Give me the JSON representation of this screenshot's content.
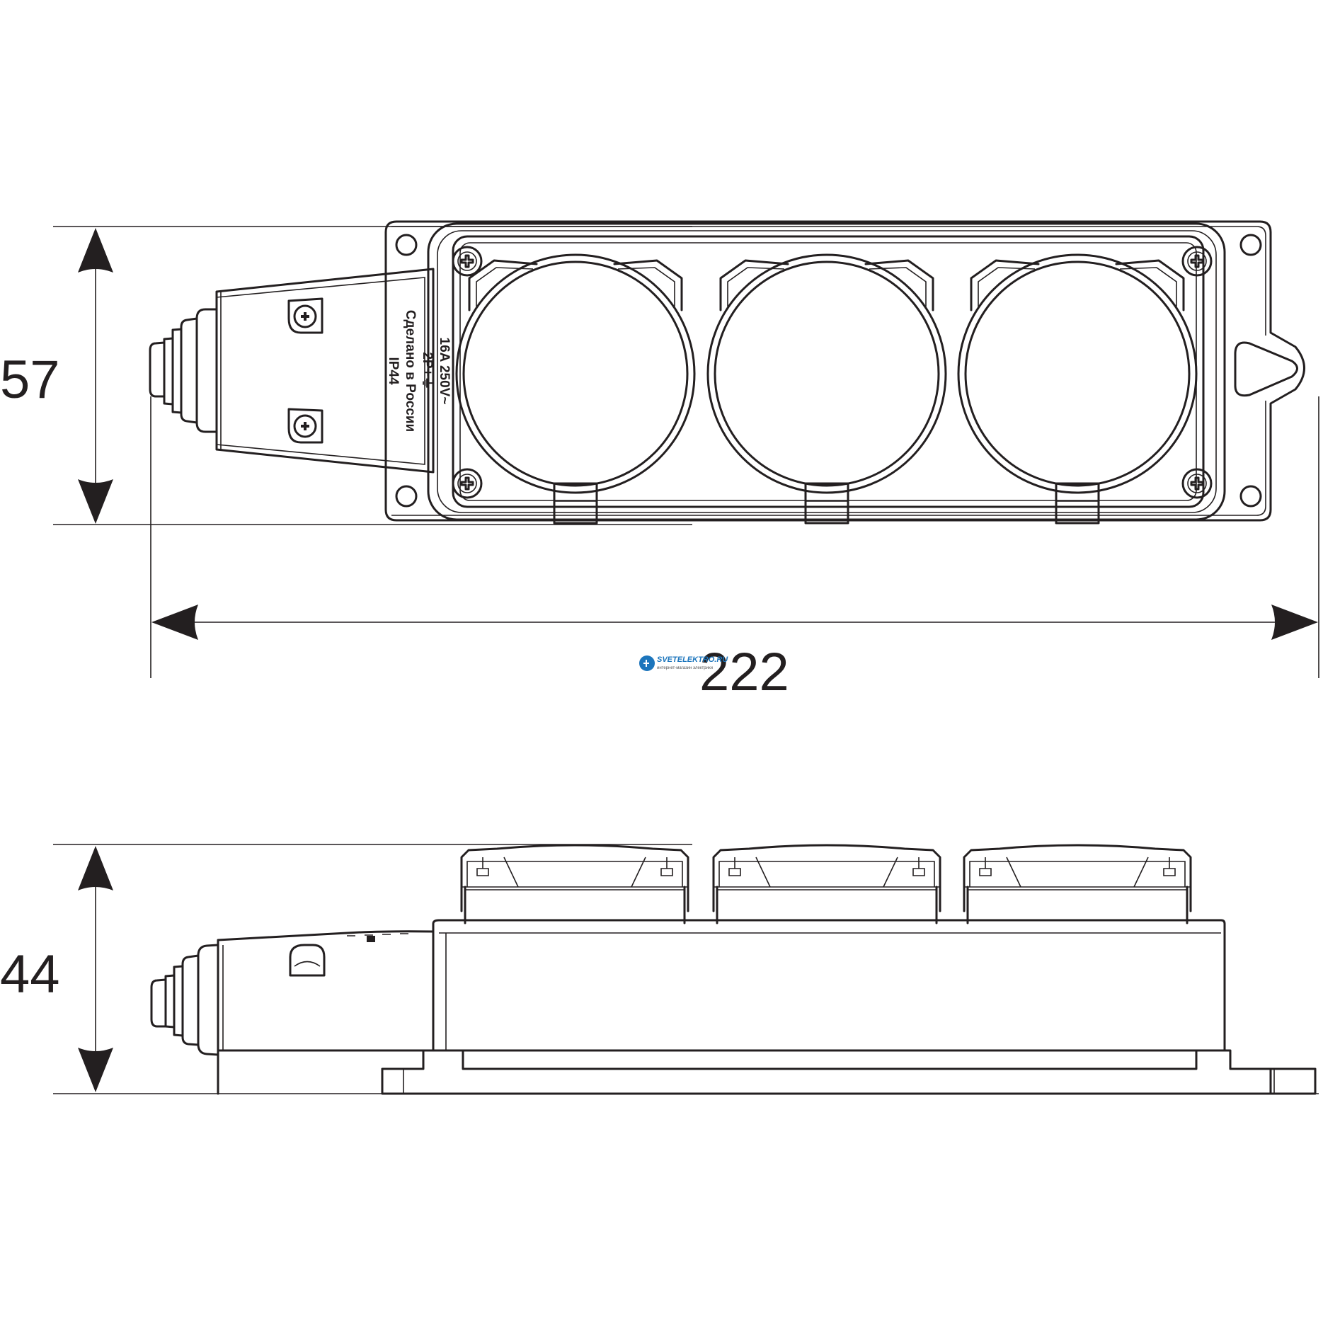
{
  "dimensions": {
    "top_height": "57",
    "side_height": "44",
    "length": "222"
  },
  "label": {
    "line1": "16A 250V~",
    "line2": "2P+⏚",
    "line3": "Сделано в России",
    "line4": "IP44"
  },
  "watermark": {
    "name": "SVETELEKTRO.RU",
    "subtitle": "интернет-магазин электрики"
  },
  "colors": {
    "line": "#231f20",
    "logo": "#1c75bc"
  }
}
